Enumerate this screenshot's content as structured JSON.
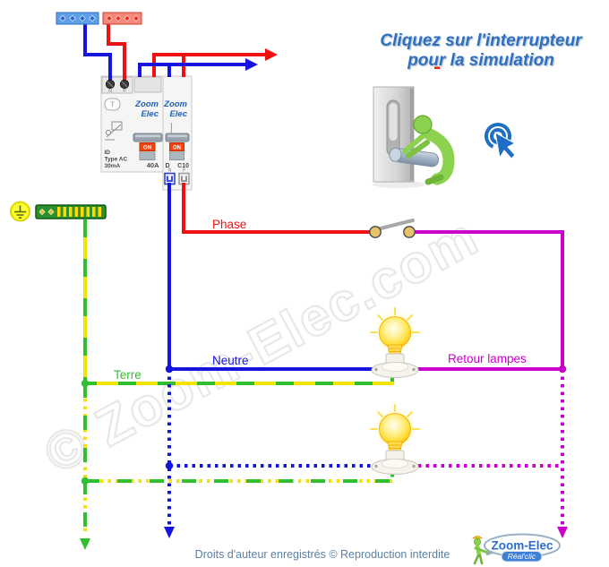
{
  "watermark": {
    "text": "© Zoom-Elec.com"
  },
  "header": {
    "title_line1": "Cliquez sur l'interrupteur",
    "title_line2": "pour la simulation"
  },
  "devices": {
    "differential": {
      "terminal_n": "N",
      "terminal_p": "P",
      "test_button": "T",
      "brand_line1": "Zoom",
      "brand_line2": "Elec",
      "on_label": "ON",
      "id_label": "ID",
      "type_label": "Type AC",
      "sensitivity": "30mA",
      "rating": "40A"
    },
    "breaker": {
      "brand_line1": "Zoom",
      "brand_line2": "Elec",
      "on_label": "ON",
      "curve_label": "D",
      "rating": "C10",
      "terminal_n": "N",
      "terminal_p": "P"
    }
  },
  "labels": {
    "phase": "Phase",
    "neutral": "Neutre",
    "earth": "Terre",
    "lamp_return": "Retour lampes"
  },
  "footer": {
    "copyright": "Droits d'auteur enregistrés © Reproduction interdite"
  },
  "logo": {
    "brand": "Zoom-Elec",
    "tagline": "Réal'clic"
  },
  "icons": {
    "click": "click-cursor-icon",
    "earth": "earth-ground-icon",
    "switch_image": "wall-switch-with-figure-icon"
  },
  "colors": {
    "phase": "#ee1111",
    "neutral": "#1414dd",
    "earth_green": "#2fbf2f",
    "earth_yellow": "#f0e400",
    "lamp_return": "#cc00cc",
    "title_blue": "#2d6fc0",
    "footer_blue": "#5b80a5",
    "brand_blue": "#1f63c4",
    "on_button": "#f04510",
    "watermark_gray": "#e8e8e8"
  }
}
